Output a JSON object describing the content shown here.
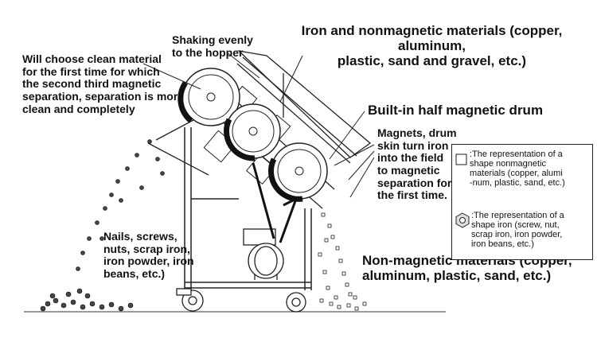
{
  "labels": {
    "shaking": "Shaking evenly\nto the hopper",
    "iron_nonmag": "Iron and nonmagnetic materials (copper, aluminum,\nplastic, sand and gravel, etc.)",
    "clean_choice": "Will choose clean material\nfor the first time for which\nthe second third magnetic\nseparation, separation is more\nclean and completely",
    "half_drum": "Built-in half magnetic drum",
    "magnets": "Magnets, drum\nskin turn iron\ninto the field\nto magnetic\nseparation for\nthe first time.",
    "nails": "Nails, screws,\nnuts, scrap iron,\niron powder, iron\nbeans, etc.)",
    "nonmagnetic_out": "Non-magnetic materials (copper,\naluminum, plastic, sand, etc.)"
  },
  "legend": {
    "nonmag_text": ":The representation of a\nshape nonmagnetic\nmaterials (copper, alumi\n-num, plastic, sand, etc.)",
    "iron_text": ":The representation of a\nshape iron (screw, nut,\nscrap iron, iron powder,\niron beans, etc.)",
    "nonmag_icon": "square-outline-icon",
    "iron_icon": "nut-icon"
  }
}
